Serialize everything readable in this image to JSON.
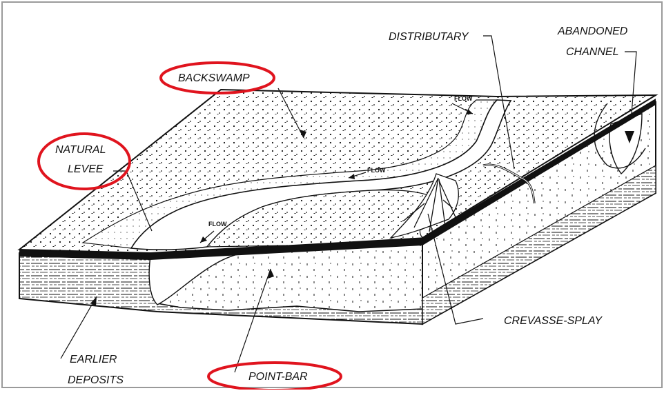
{
  "labels": {
    "backswamp": "BACKSWAMP",
    "natural_levee_line1": "NATURAL",
    "natural_levee_line2": "LEVEE",
    "distributary": "DISTRIBUTARY",
    "abandoned_line1": "ABANDONED",
    "abandoned_line2": "CHANNEL",
    "crevasse_splay": "CREVASSE-SPLAY",
    "earlier_line1": "EARLIER",
    "earlier_line2": "DEPOSITS",
    "point_bar": "POINT-BAR",
    "flow": "FLOW"
  },
  "highlighted_labels": [
    "BACKSWAMP",
    "NATURAL LEVEE",
    "POINT-BAR"
  ],
  "colors": {
    "line": "#111111",
    "highlight": "#e0141e",
    "frame": "#9a9a9a",
    "background": "#ffffff"
  }
}
